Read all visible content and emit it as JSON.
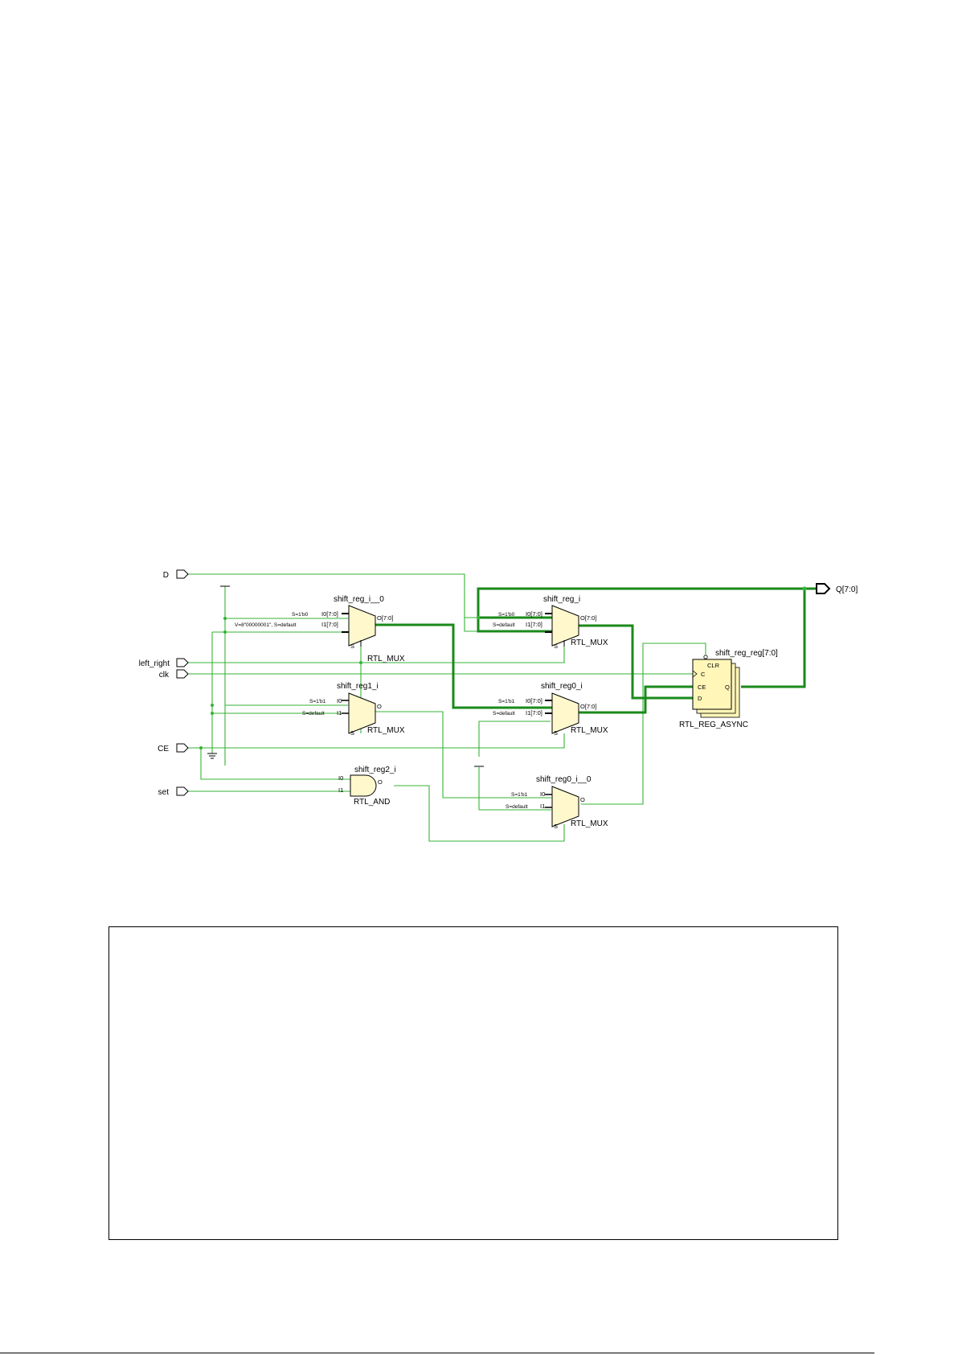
{
  "schematic": {
    "ports": {
      "D": "D",
      "left_right": "left_right",
      "clk": "clk",
      "CE": "CE",
      "set": "set",
      "Q": "Q[7:0]"
    },
    "cells": {
      "shift_reg_i_0": {
        "name": "shift_reg_i__0",
        "type": "RTL_MUX",
        "pins": {
          "i0": "I0[7:0]",
          "i1": "I1[7:0]",
          "o": "O[7:0]",
          "s": "S",
          "s_i0": "S=1'b0",
          "s_i1": "V=8\"00000001\", S=default"
        }
      },
      "shift_reg_i": {
        "name": "shift_reg_i",
        "type": "RTL_MUX",
        "pins": {
          "i0": "I0[7:0]",
          "i1": "I1[7:0]",
          "o": "O[7:0]",
          "s": "S",
          "s_i0": "S=1'b0",
          "s_i1": "S=default"
        }
      },
      "shift_reg1_i": {
        "name": "shift_reg1_i",
        "type": "RTL_MUX",
        "pins": {
          "i0": "I0",
          "i1": "I1",
          "o": "O",
          "s": "S",
          "s_i0": "S=1'b1",
          "s_i1": "S=default"
        }
      },
      "shift_reg0_i": {
        "name": "shift_reg0_i",
        "type": "RTL_MUX",
        "pins": {
          "i0": "I0[7:0]",
          "i1": "I1[7:0]",
          "o": "O[7:0]",
          "s": "S",
          "s_i0": "S=1'b1",
          "s_i1": "S=default"
        }
      },
      "shift_reg2_i": {
        "name": "shift_reg2_i",
        "type": "RTL_AND",
        "pins": {
          "i0": "I0",
          "i1": "I1",
          "o": "O"
        }
      },
      "shift_reg0_i_0": {
        "name": "shift_reg0_i__0",
        "type": "RTL_MUX",
        "pins": {
          "i0": "I0",
          "i1": "I1",
          "o": "O",
          "s": "S",
          "s_i0": "S=1'b1",
          "s_i1": "S=default"
        }
      },
      "shift_reg_reg": {
        "name": "shift_reg_reg[7:0]",
        "type": "RTL_REG_ASYNC",
        "pins": {
          "clr": "CLR",
          "c": "C",
          "ce": "CE",
          "d": "D",
          "q": "Q"
        }
      }
    },
    "colors": {
      "wire": "#34b334",
      "bus": "#1a8a1a",
      "cell_fill": "#fff8cc",
      "reg_fill": "#fff6b8",
      "outline": "#000000"
    }
  }
}
